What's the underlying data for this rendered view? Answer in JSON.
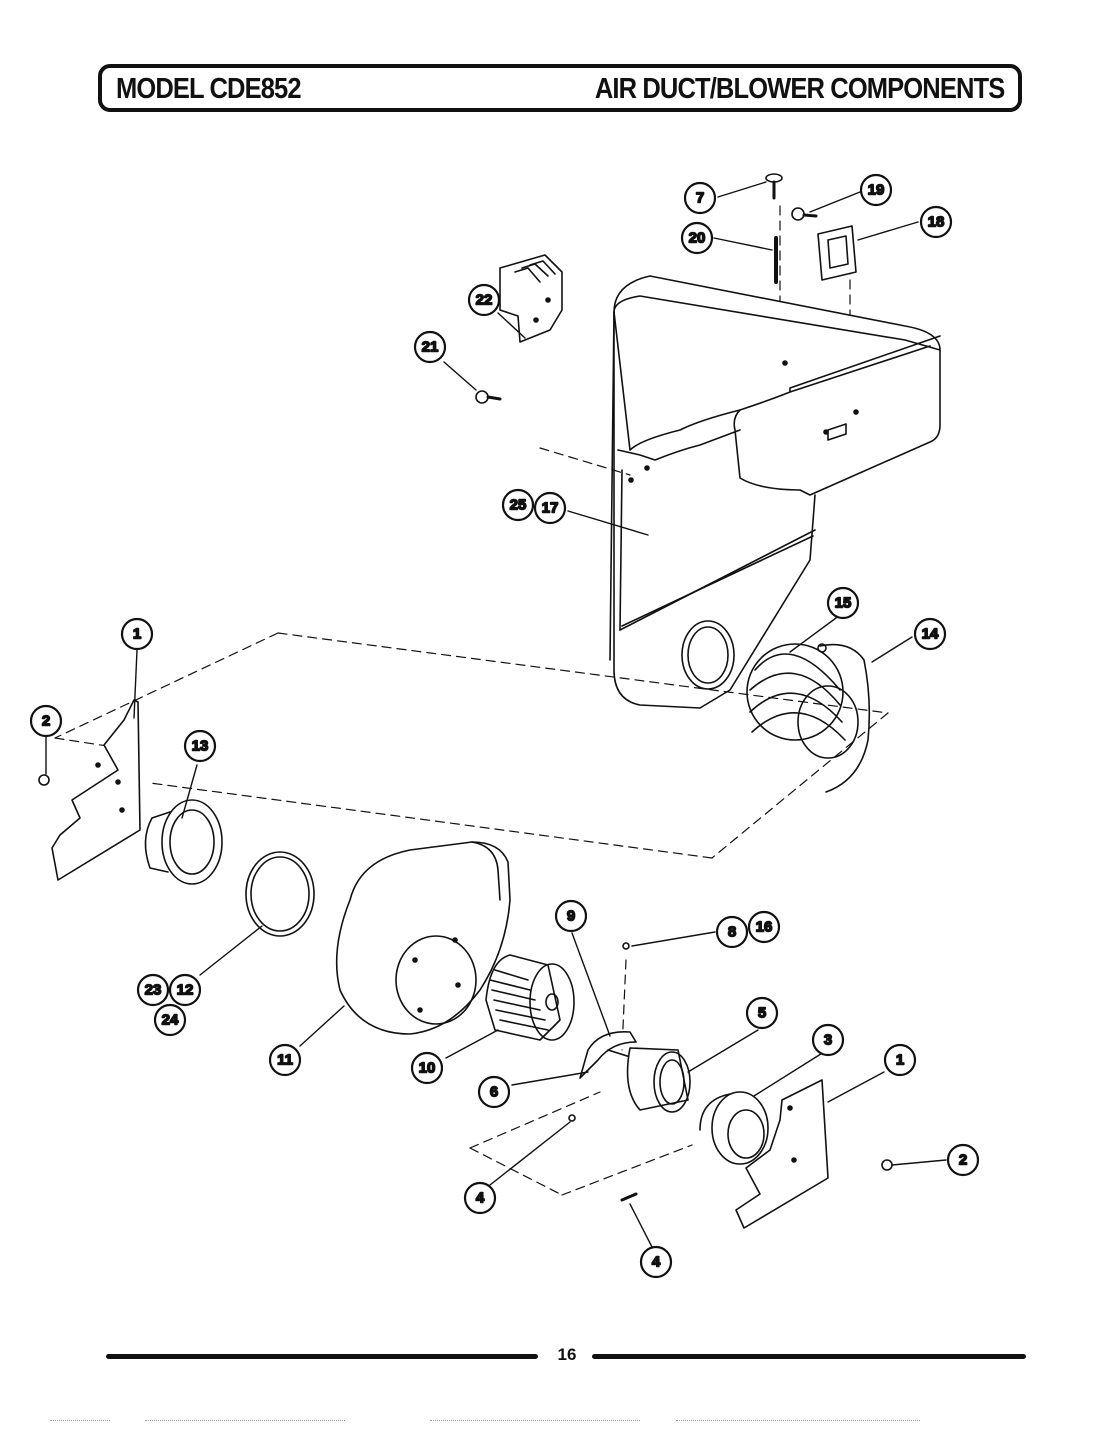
{
  "header": {
    "model": "MODEL CDE852",
    "title": "AIR DUCT/BLOWER COMPONENTS"
  },
  "page_number": "16",
  "callouts": [
    {
      "id": "c7",
      "label": "7"
    },
    {
      "id": "c19",
      "label": "19"
    },
    {
      "id": "c18",
      "label": "18"
    },
    {
      "id": "c20",
      "label": "20"
    },
    {
      "id": "c22",
      "label": "22"
    },
    {
      "id": "c21",
      "label": "21"
    },
    {
      "id": "c25",
      "label": "25"
    },
    {
      "id": "c17",
      "label": "17"
    },
    {
      "id": "c15",
      "label": "15"
    },
    {
      "id": "c14",
      "label": "14"
    },
    {
      "id": "c1a",
      "label": "1"
    },
    {
      "id": "c2a",
      "label": "2"
    },
    {
      "id": "c13",
      "label": "13"
    },
    {
      "id": "c9",
      "label": "9"
    },
    {
      "id": "c8",
      "label": "8"
    },
    {
      "id": "c16",
      "label": "16"
    },
    {
      "id": "c5",
      "label": "5"
    },
    {
      "id": "c3",
      "label": "3"
    },
    {
      "id": "c1b",
      "label": "1"
    },
    {
      "id": "c23",
      "label": "23"
    },
    {
      "id": "c12",
      "label": "12"
    },
    {
      "id": "c24",
      "label": "24"
    },
    {
      "id": "c11",
      "label": "11"
    },
    {
      "id": "c10",
      "label": "10"
    },
    {
      "id": "c6",
      "label": "6"
    },
    {
      "id": "c2b",
      "label": "2"
    },
    {
      "id": "c4a",
      "label": "4"
    },
    {
      "id": "c4b",
      "label": "4"
    }
  ]
}
